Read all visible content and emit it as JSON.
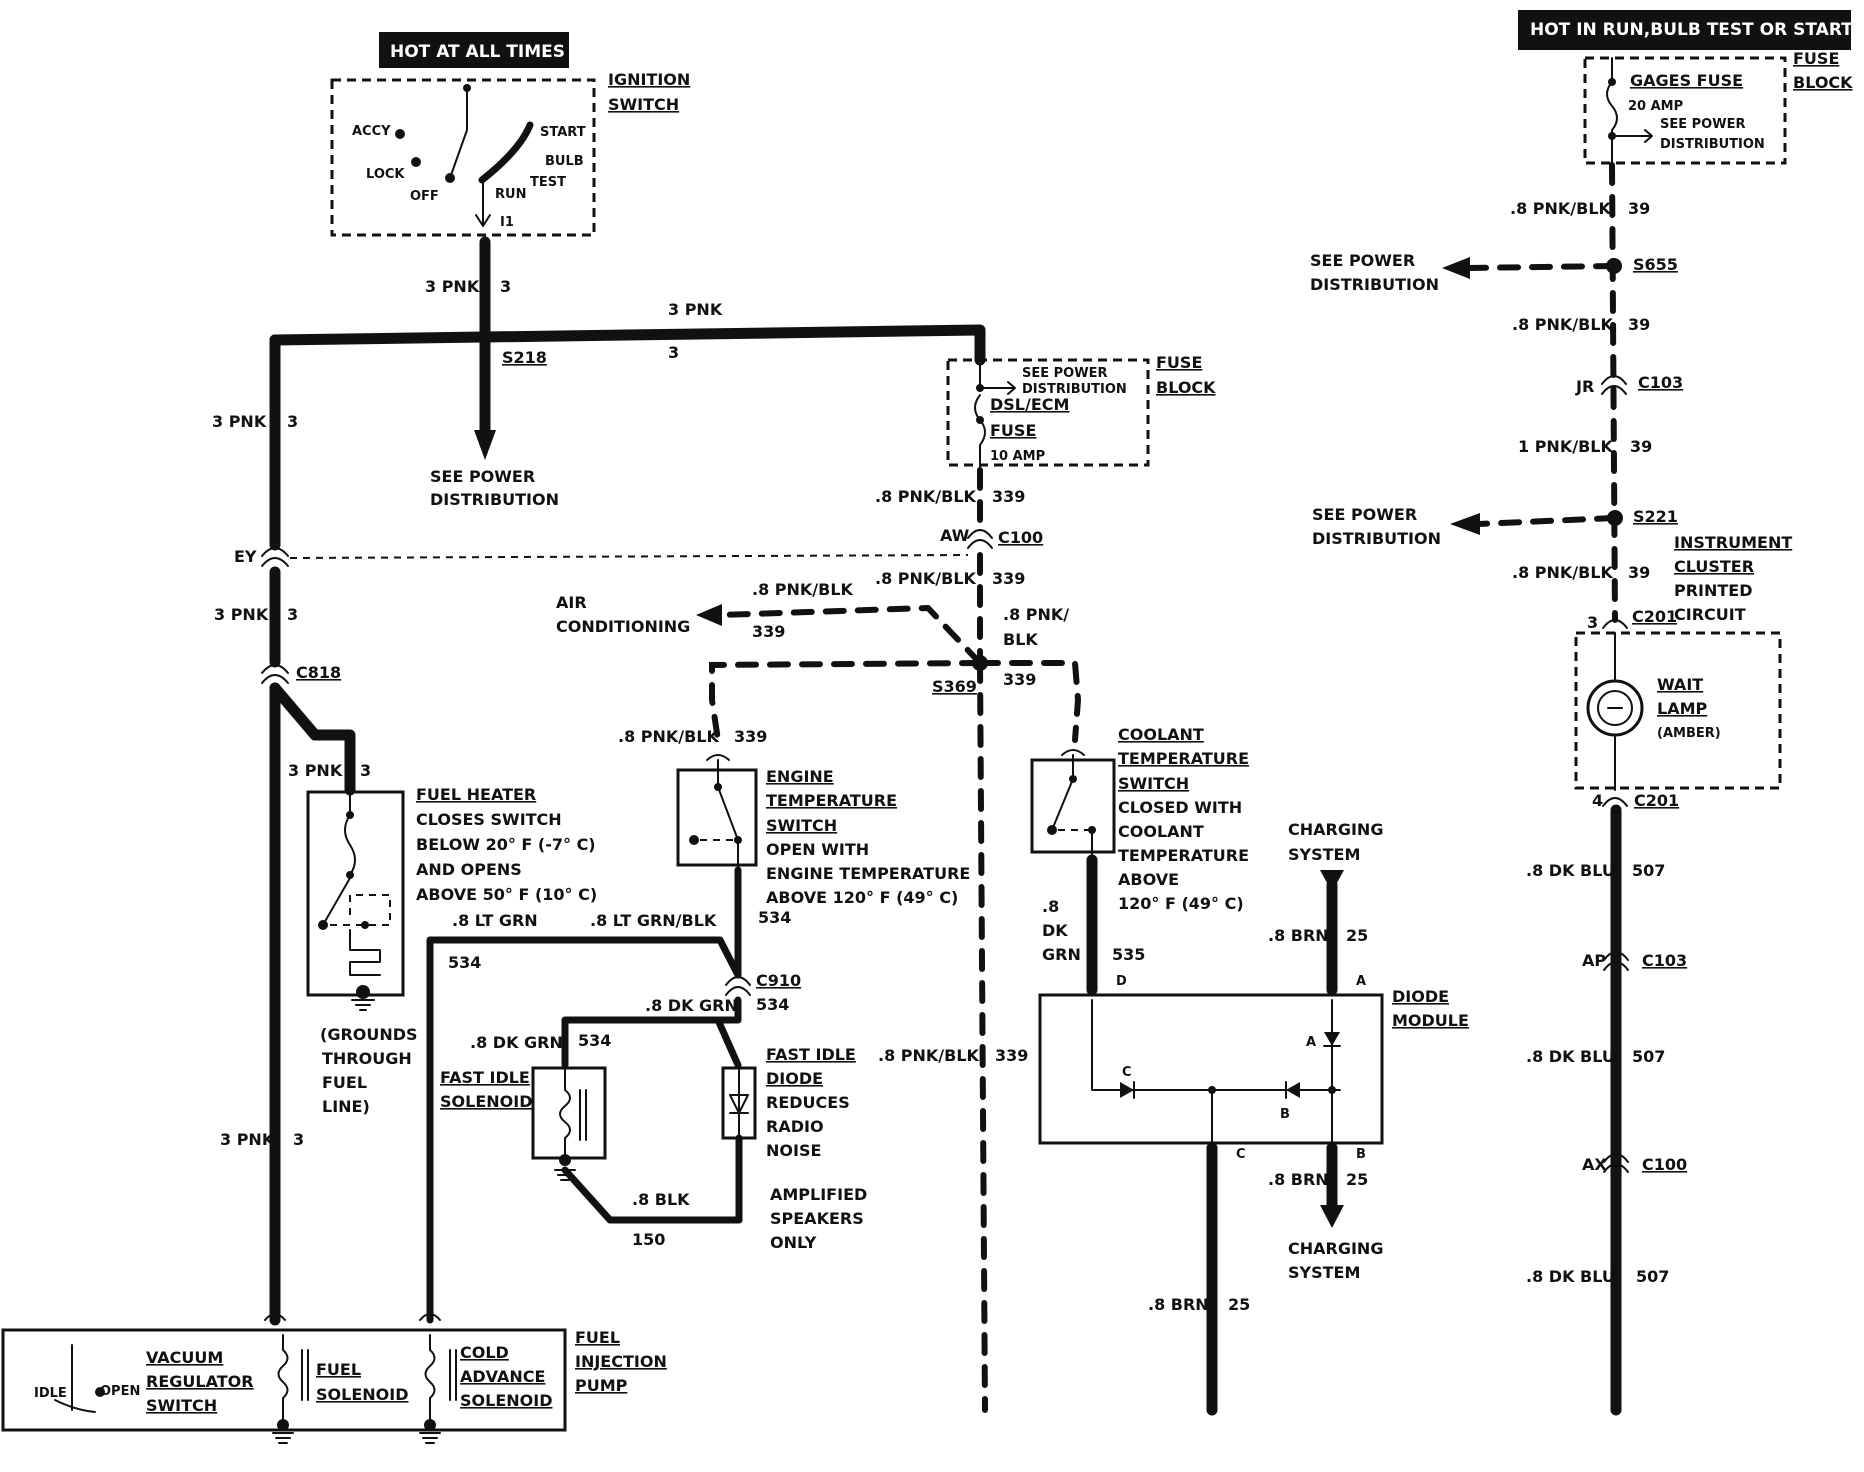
{
  "headers": {
    "hot_at_all_times": "HOT AT ALL TIMES",
    "hot_in_run": "HOT IN RUN,BULB TEST OR START"
  },
  "ignition": {
    "title_1": "IGNITION",
    "title_2": "SWITCH",
    "accy": "ACCY",
    "lock": "LOCK",
    "off": "OFF",
    "run": "RUN",
    "start": "START",
    "bulb": "BULB",
    "test": "TEST",
    "terminal": "I1"
  },
  "gages_fuse_block": {
    "fuse_block_1": "FUSE",
    "fuse_block_2": "BLOCK",
    "gages_fuse": "GAGES FUSE",
    "amp": "20 AMP",
    "see_power_1": "SEE POWER",
    "see_power_2": "DISTRIBUTION"
  },
  "dsl_fuse_block": {
    "fuse_block_1": "FUSE",
    "fuse_block_2": "BLOCK",
    "see_power_1": "SEE POWER",
    "see_power_2": "DISTRIBUTION",
    "fuse_name_1": "DSL/ECM",
    "fuse_name_2": "FUSE",
    "amp": "10 AMP"
  },
  "wires": {
    "pnk_3a": "3 PNK",
    "num_3a": "3",
    "pnk_3b": "3 PNK",
    "num_3b": "3",
    "pnk_3c": "3 PNK",
    "num_3c": "3",
    "pnk_3d": "3 PNK",
    "num_3d": "3",
    "pnk_3e": "3 PNK",
    "num_3e": "3",
    "pnk_3f": "3 PNK",
    "num_3f": "3",
    "s218": "S218",
    "see_power_1": "SEE POWER",
    "see_power_2": "DISTRIBUTION",
    "ey": "EY",
    "c818": "C818",
    "pnkblk_339a": ".8 PNK/BLK",
    "num_339a": "339",
    "aw": "AW",
    "c100": "C100",
    "pnkblk_339b": ".8 PNK/BLK",
    "num_339b": "339",
    "pnkblk_339c": ".8 PNK/BLK",
    "num_339c": "339",
    "pnk_slash_1": ".8 PNK/",
    "pnk_slash_2": "BLK",
    "s369": "S369",
    "num_339d": "339",
    "air_1": "AIR",
    "air_2": "CONDITIONING",
    "pnkblk_339e": ".8 PNK/BLK",
    "num_339e": "339",
    "pnkblk_339f": ".8 PNK/BLK",
    "num_339f": "339",
    "ltgrn": ".8 LT GRN",
    "ltgrnblk": ".8 LT GRN/BLK",
    "num_534a": "534",
    "num_534b": "534",
    "c910": "C910",
    "num_534c": "534",
    "dkgrn_a": ".8 DK GRN",
    "dkgrn_b": ".8 DK GRN",
    "num_534d": "534",
    "blk": ".8 BLK",
    "num_150": "150",
    "dk_1": ".8",
    "dk_2": "DK",
    "dk_3": "GRN",
    "num_535": "535",
    "brn_a": ".8 BRN",
    "num_25a": "25",
    "brn_b": ".8 BRN",
    "num_25b": "25",
    "brn_c": ".8 BRN",
    "num_25c": "25",
    "charging_1": "CHARGING",
    "charging_2": "SYSTEM",
    "charging_3": "CHARGING",
    "charging_4": "SYSTEM"
  },
  "right_column": {
    "pnkblk_39a": ".8 PNK/BLK",
    "num_39a": "39",
    "s655": "S655",
    "see_power_1a": "SEE POWER",
    "see_power_2a": "DISTRIBUTION",
    "pnkblk_39b": ".8 PNK/BLK",
    "num_39b": "39",
    "jr": "JR",
    "c103a": "C103",
    "pnkblk_39c": "1 PNK/BLK",
    "num_39c": "39",
    "see_power_1b": "SEE POWER",
    "see_power_2b": "DISTRIBUTION",
    "s221": "S221",
    "pnkblk_39d": ".8 PNK/BLK",
    "num_39d": "39",
    "cluster_1": "INSTRUMENT",
    "cluster_2": "CLUSTER",
    "cluster_3": "PRINTED",
    "cluster_4": "CIRCUIT",
    "pin_3": "3",
    "c201a": "C201",
    "wait_1": "WAIT",
    "wait_2": "LAMP",
    "wait_3": "(AMBER)",
    "pin_4": "4",
    "c201b": "C201",
    "dkblu_a": ".8 DK BLU",
    "num_507a": "507",
    "ap": "AP",
    "c103b": "C103",
    "dkblu_b": ".8 DK BLU",
    "num_507b": "507",
    "ax": "AX",
    "c100b": "C100",
    "dkblu_c": ".8 DK BLU",
    "num_507c": "507"
  },
  "fuel_heater": {
    "l1": "FUEL HEATER",
    "l2": "CLOSES SWITCH",
    "l3": "BELOW 20° F (-7° C)",
    "l4": "AND OPENS",
    "l5": "ABOVE 50° F (10° C)",
    "g1": "(GROUNDS",
    "g2": "THROUGH",
    "g3": "FUEL",
    "g4": "LINE)"
  },
  "engine_temp": {
    "l1": "ENGINE",
    "l2": "TEMPERATURE",
    "l3": "SWITCH",
    "l4": "OPEN WITH",
    "l5": "ENGINE TEMPERATURE",
    "l6": "ABOVE 120° F (49° C)"
  },
  "coolant_temp": {
    "l1": "COOLANT",
    "l2": "TEMPERATURE",
    "l3": "SWITCH",
    "l4": "CLOSED WITH",
    "l5": "COOLANT",
    "l6": "TEMPERATURE",
    "l7": "ABOVE",
    "l8": "120° F (49° C)"
  },
  "fast_idle": {
    "sol_1": "FAST IDLE",
    "sol_2": "SOLENOID",
    "diode_1": "FAST IDLE",
    "diode_2": "DIODE",
    "diode_3": "REDUCES",
    "diode_4": "RADIO",
    "diode_5": "NOISE",
    "amp_1": "AMPLIFIED",
    "amp_2": "SPEAKERS",
    "amp_3": "ONLY"
  },
  "diode_module": {
    "l1": "DIODE",
    "l2": "MODULE",
    "pin_d": "D",
    "pin_a": "A",
    "pin_c": "C",
    "pin_b": "B",
    "in_c": "C",
    "in_a": "A",
    "in_b": "B"
  },
  "injection_pump": {
    "idle": "IDLE",
    "open": "OPEN",
    "vac_1": "VACUUM",
    "vac_2": "REGULATOR",
    "vac_3": "SWITCH",
    "fuel_1": "FUEL",
    "fuel_2": "SOLENOID",
    "cold_1": "COLD",
    "cold_2": "ADVANCE",
    "cold_3": "SOLENOID",
    "pump_1": "FUEL",
    "pump_2": "INJECTION",
    "pump_3": "PUMP"
  }
}
